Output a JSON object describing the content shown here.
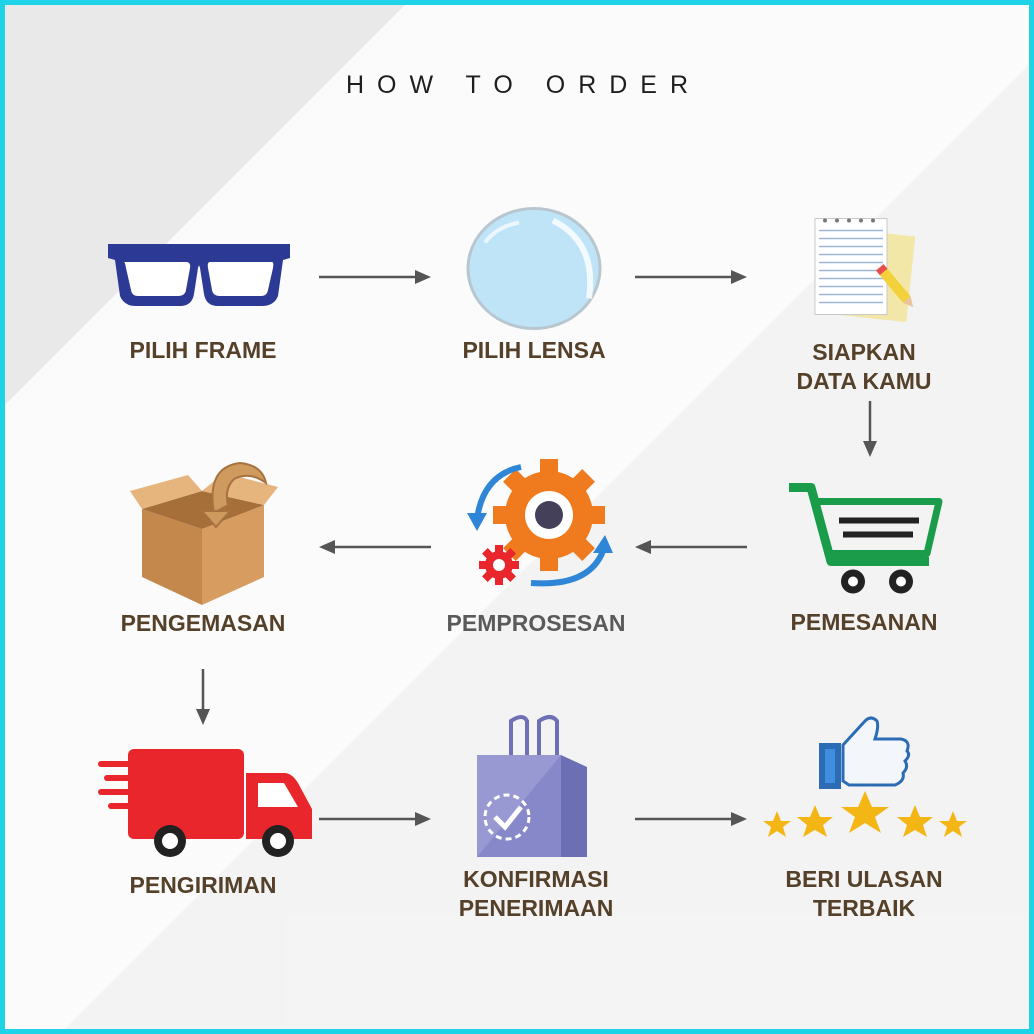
{
  "title": "HOW TO ORDER",
  "colors": {
    "border": "#1ed2e8",
    "label": "#55402a",
    "label_processing": "#5a5a5a",
    "arrow": "#555555"
  },
  "steps": [
    {
      "id": "frame",
      "icon": "glasses-icon",
      "lines": [
        "PILIH FRAME"
      ]
    },
    {
      "id": "lens",
      "icon": "lens-icon",
      "lines": [
        "PILIH LENSA"
      ]
    },
    {
      "id": "data",
      "icon": "notepad-pencil-icon",
      "lines": [
        "SIAPKAN",
        "DATA KAMU"
      ]
    },
    {
      "id": "order",
      "icon": "shopping-cart-icon",
      "lines": [
        "PEMESANAN"
      ]
    },
    {
      "id": "process",
      "icon": "gears-icon",
      "lines": [
        "PEMPROSESAN"
      ]
    },
    {
      "id": "pack",
      "icon": "box-icon",
      "lines": [
        "PENGEMASAN"
      ]
    },
    {
      "id": "ship",
      "icon": "delivery-truck-icon",
      "lines": [
        "PENGIRIMAN"
      ]
    },
    {
      "id": "confirm",
      "icon": "shopping-bag-check-icon",
      "lines": [
        "KONFIRMASI",
        "PENERIMAAN"
      ]
    },
    {
      "id": "review",
      "icon": "thumbs-up-stars-icon",
      "lines": [
        "BERI ULASAN",
        "TERBAIK"
      ]
    }
  ]
}
